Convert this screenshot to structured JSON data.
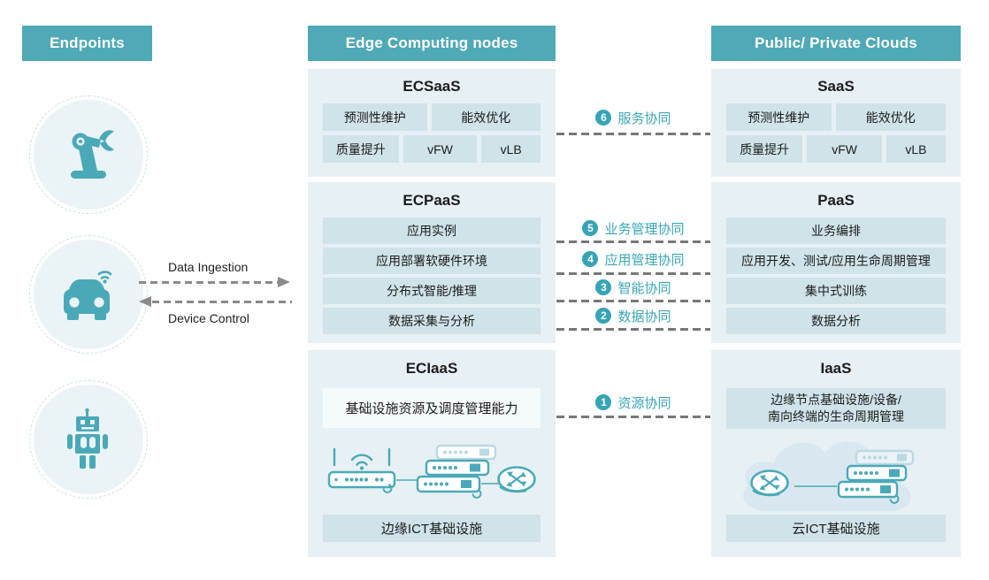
{
  "colors": {
    "header_teal": "#4FA9B6",
    "icon_teal": "#4AA9B8",
    "accent_teal": "#3BA6B7",
    "panel_bg": "#E7F0F4",
    "cell_bg": "#CFE3E9",
    "light_cell_bg": "#F5FAFC",
    "cloud_fill": "#D9E8F0",
    "dash_gray": "#787878"
  },
  "headers": {
    "endpoints": "Endpoints",
    "edge": "Edge Computing nodes",
    "clouds": "Public/ Private Clouds"
  },
  "endpoints": {
    "icons": [
      "robot-arm",
      "connected-car",
      "robot"
    ],
    "data_ingestion_label": "Data Ingestion",
    "device_control_label": "Device Control"
  },
  "edge_column": {
    "ecsaas": {
      "title": "ECSaaS",
      "row1": [
        "预测性维护",
        "能效优化"
      ],
      "row2": [
        "质量提升",
        "vFW",
        "vLB"
      ]
    },
    "ecpaas": {
      "title": "ECPaaS",
      "rows": [
        "应用实例",
        "应用部署软硬件环境",
        "分布式智能/推理",
        "数据采集与分析"
      ]
    },
    "eciaas": {
      "title": "ECIaaS",
      "capability": "基础设施资源及调度管理能力",
      "infra": "边缘ICT基础设施"
    }
  },
  "cloud_column": {
    "saas": {
      "title": "SaaS",
      "row1": [
        "预测性维护",
        "能效优化"
      ],
      "row2": [
        "质量提升",
        "vFW",
        "vLB"
      ]
    },
    "paas": {
      "title": "PaaS",
      "rows": [
        "业务编排",
        "应用开发、测试/应用生命周期管理",
        "集中式训练",
        "数据分析"
      ]
    },
    "iaas": {
      "title": "IaaS",
      "capability_line1": "边缘节点基础设施/设备/",
      "capability_line2": "南向终端的生命周期管理",
      "infra": "云ICT基础设施"
    }
  },
  "collaborations": [
    {
      "num": "6",
      "label": "服务协同"
    },
    {
      "num": "5",
      "label": "业务管理协同"
    },
    {
      "num": "4",
      "label": "应用管理协同"
    },
    {
      "num": "3",
      "label": "智能协同"
    },
    {
      "num": "2",
      "label": "数据协同"
    },
    {
      "num": "1",
      "label": "资源协同"
    }
  ]
}
